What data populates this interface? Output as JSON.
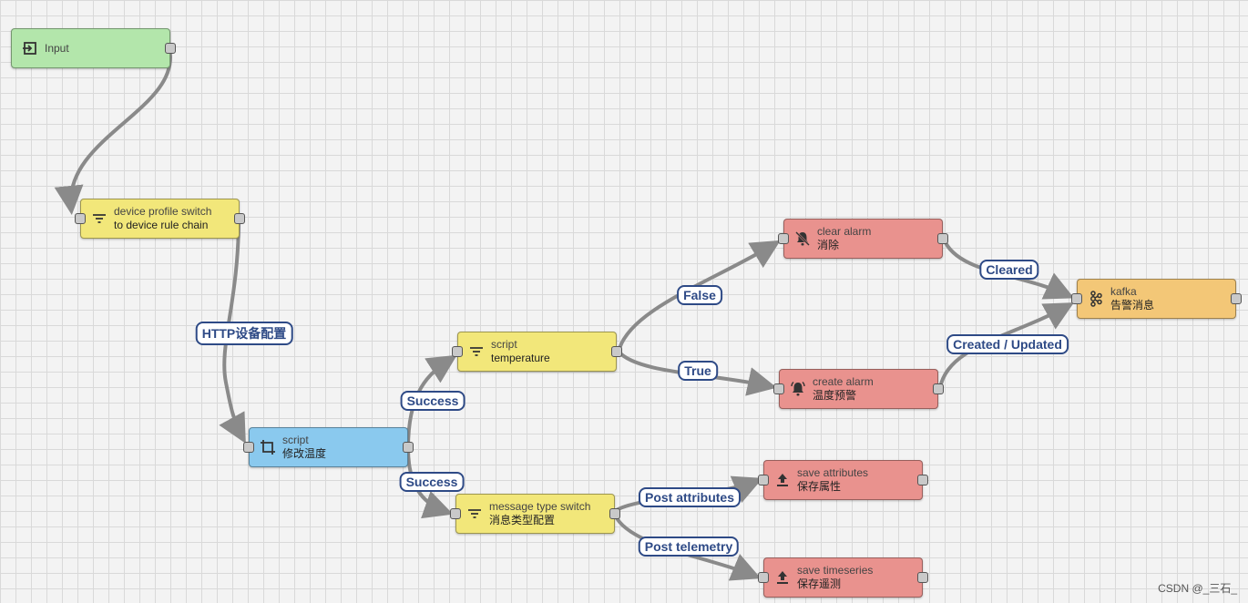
{
  "colors": {
    "input": "#b3e6ab",
    "filter": "#f2e77a",
    "transform": "#8ac9ee",
    "action": "#e9928e",
    "external": "#f3c777",
    "edge": "#8a8a8a",
    "label_border": "#2e4a86"
  },
  "nodes": [
    {
      "id": "input",
      "kind": "input",
      "icon": "input-icon",
      "line1": "Input",
      "line2": ""
    },
    {
      "id": "profile_switch",
      "kind": "filter",
      "icon": "filter-icon",
      "line1": "device profile switch",
      "line2": "to device rule chain"
    },
    {
      "id": "script_modify",
      "kind": "transform",
      "icon": "crop-icon",
      "line1": "script",
      "line2": "修改温度"
    },
    {
      "id": "script_temp",
      "kind": "filter",
      "icon": "filter-icon",
      "line1": "script",
      "line2": "temperature"
    },
    {
      "id": "msg_switch",
      "kind": "filter",
      "icon": "filter-icon",
      "line1": "message type switch",
      "line2": "消息类型配置"
    },
    {
      "id": "clear_alarm",
      "kind": "action",
      "icon": "bell-off-icon",
      "line1": "clear alarm",
      "line2": "消除"
    },
    {
      "id": "create_alarm",
      "kind": "action",
      "icon": "bell-alert-icon",
      "line1": "create alarm",
      "line2": "温度预警"
    },
    {
      "id": "save_attr",
      "kind": "action",
      "icon": "upload-icon",
      "line1": "save attributes",
      "line2": "保存属性"
    },
    {
      "id": "save_ts",
      "kind": "action",
      "icon": "upload-icon",
      "line1": "save timeseries",
      "line2": "保存遥测"
    },
    {
      "id": "kafka",
      "kind": "external",
      "icon": "kafka-icon",
      "line1": "kafka",
      "line2": "告警消息"
    }
  ],
  "edges": [
    {
      "from": "input",
      "to": "profile_switch",
      "label": ""
    },
    {
      "from": "profile_switch",
      "to": "script_modify",
      "label": "HTTP设备配置"
    },
    {
      "from": "script_modify",
      "to": "script_temp",
      "label": "Success"
    },
    {
      "from": "script_modify",
      "to": "msg_switch",
      "label": "Success"
    },
    {
      "from": "script_temp",
      "to": "clear_alarm",
      "label": "False"
    },
    {
      "from": "script_temp",
      "to": "create_alarm",
      "label": "True"
    },
    {
      "from": "clear_alarm",
      "to": "kafka",
      "label": "Cleared"
    },
    {
      "from": "create_alarm",
      "to": "kafka",
      "label": "Created / Updated"
    },
    {
      "from": "msg_switch",
      "to": "save_attr",
      "label": "Post attributes"
    },
    {
      "from": "msg_switch",
      "to": "save_ts",
      "label": "Post telemetry"
    }
  ],
  "watermark": "CSDN @_三石_"
}
